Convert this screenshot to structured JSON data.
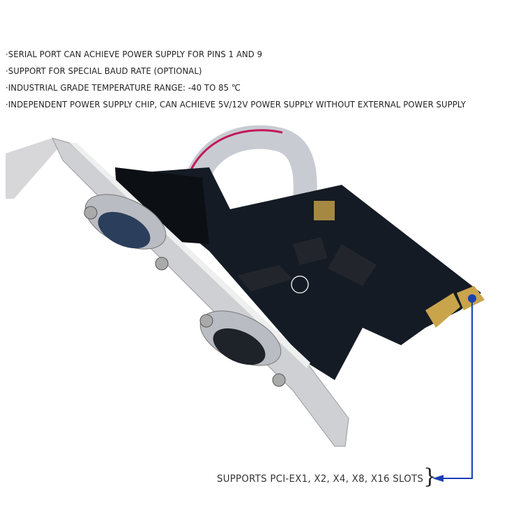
{
  "features": [
    "·SERIAL PORT CAN ACHIEVE POWER SUPPLY FOR PINS 1 AND 9",
    "·SUPPORT FOR SPECIAL BAUD RATE (OPTIONAL)",
    "·INDUSTRIAL GRADE TEMPERATURE RANGE: -40 TO 85 ℃",
    "·INDEPENDENT POWER SUPPLY CHIP, CAN ACHIEVE 5V/12V POWER SUPPLY WITHOUT EXTERNAL POWER SUPPLY"
  ],
  "callout": {
    "label": "SUPPORTS PCI-EX1, X2, X4, X8, X16 SLOTS",
    "brace": "}",
    "color": "#1a3fb5"
  },
  "colors": {
    "pcb": "#141b24",
    "bracket": "#c9c9cc",
    "gold": "#c9a44a"
  }
}
